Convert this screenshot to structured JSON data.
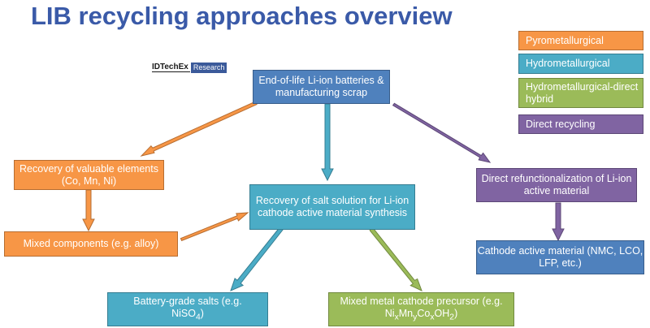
{
  "title": "LIB recycling approaches overview",
  "brand": {
    "name": "IDTechEx",
    "tag": "Research"
  },
  "legend": {
    "pyro": "Pyrometallurgical",
    "hydro": "Hydrometallurgical",
    "hybrid": "Hydrometallurgical-direct hybrid",
    "direct": "Direct recycling"
  },
  "nodes": {
    "source": "End-of-life Li-ion batteries & manufacturing scrap",
    "recovery_elements": "Recovery of valuable elements (Co, Mn, Ni)",
    "mixed_components": "Mixed components (e.g. alloy)",
    "salt_solution": "Recovery of salt solution for Li-ion cathode active material synthesis",
    "direct_refunc": "Direct refunctionalization of Li-ion active material",
    "cathode_material": "Cathode active material (NMC, LCO, LFP, etc.)",
    "salts_main": "Battery-grade salts (e.g.",
    "salts_formula": {
      "a": "NiSO",
      "a_sub": "4",
      "b": ")"
    },
    "precursor_main": "Mixed metal cathode precursor (e.g.",
    "precursor_formula": {
      "ni": "Ni",
      "x1": "x",
      "mn": "Mn",
      "y": "y",
      "co": "Co",
      "x2": "x",
      "oh": "OH",
      "two": "2",
      "close": ")"
    }
  },
  "colors": {
    "pyro": "#f79646",
    "hydro": "#4bacc6",
    "hybrid": "#9bbb59",
    "direct": "#8064a2",
    "neutral": "#4f81bd",
    "title": "#3a5aa8"
  }
}
